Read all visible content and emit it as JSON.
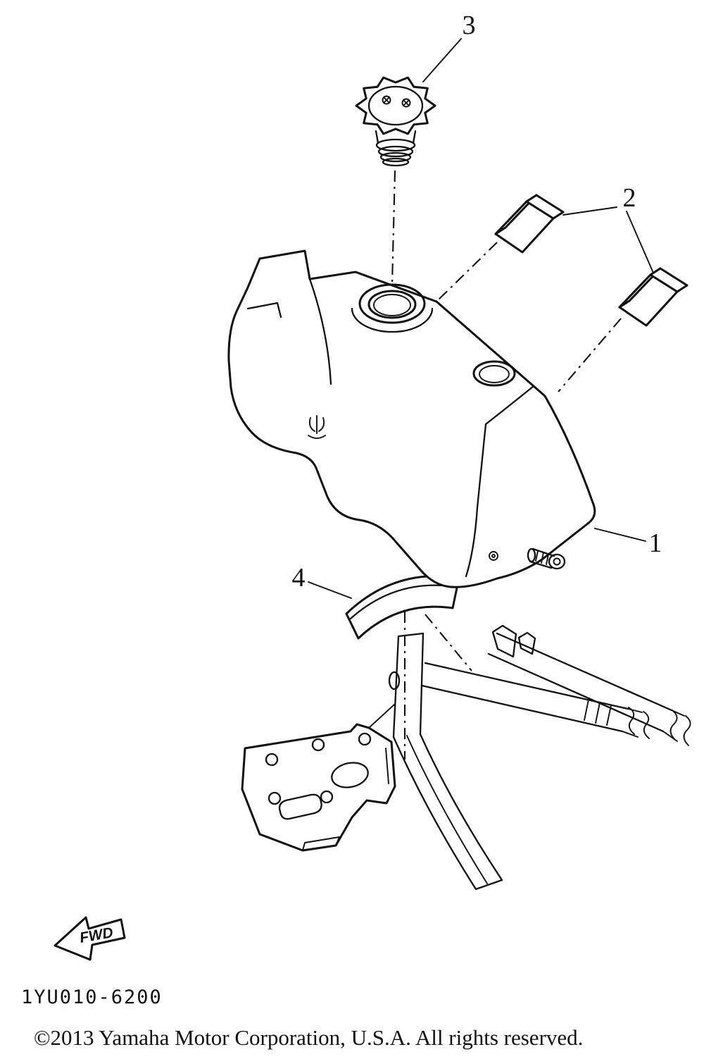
{
  "texts": {
    "callout1": "1",
    "callout2": "2",
    "callout3": "3",
    "callout4": "4",
    "fwd": "FWD",
    "part_code": "1YU010-6200",
    "copyright": "©2013 Yamaha Motor Corporation, U.S.A. All rights reserved."
  },
  "colors": {
    "ink": "#111111",
    "paper": "#ffffff"
  }
}
